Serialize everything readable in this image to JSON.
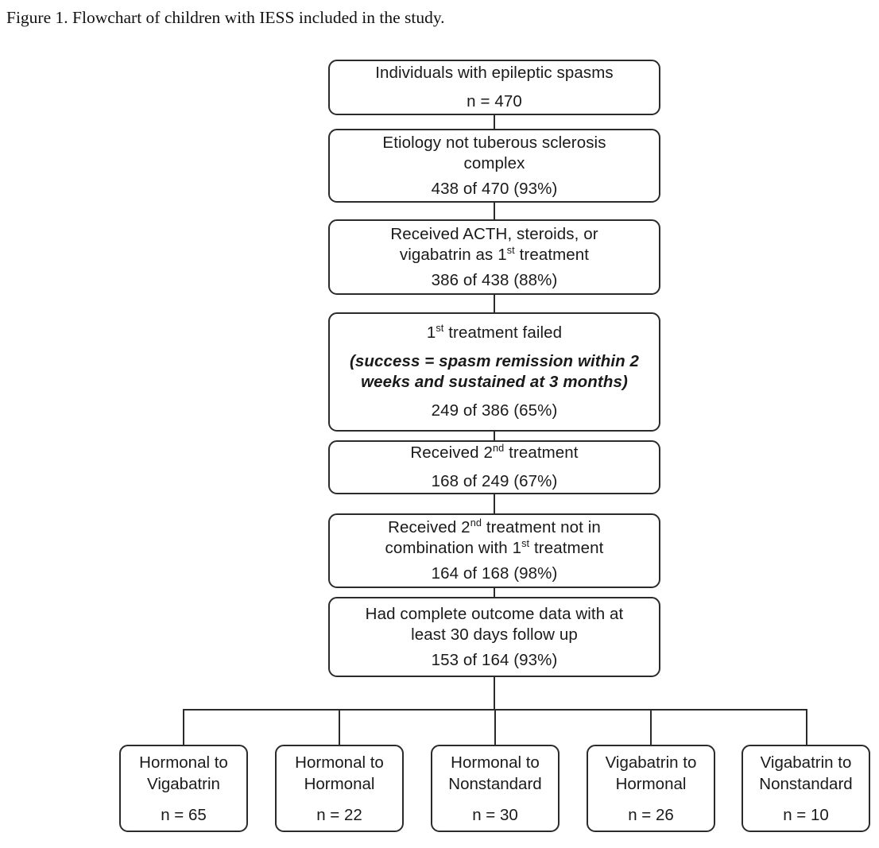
{
  "caption": "Figure 1. Flowchart of children with IESS included in the study.",
  "flow": {
    "boxes": [
      {
        "id": "epileptic-spasms",
        "label": "Individuals with epileptic spasms",
        "count": "n = 470"
      },
      {
        "id": "etiology-not-tsc",
        "label_line1": "Etiology not tuberous  sclerosis",
        "label_line2": "complex",
        "count": "438 of 470 (93%)"
      },
      {
        "id": "received-first-treatment",
        "label_line1": "Received ACTH, steroids, or",
        "label_line2_pre": "vigabatrin as 1",
        "label_line2_ord": "st",
        "label_line2_post": " treatment",
        "count": "386 of 438 (88%)"
      },
      {
        "id": "first-treatment-failed",
        "label_pre": "1",
        "label_ord": "st",
        "label_post": " treatment failed",
        "note_line1": "(success = spasm remission within  2",
        "note_line2": "weeks and sustained at 3 months)",
        "count": "249 of 386 (65%)"
      },
      {
        "id": "received-second-treatment",
        "label_pre": "Received 2",
        "label_ord": "nd",
        "label_post": " treatment",
        "count": "168 of 249 (67%)"
      },
      {
        "id": "second-treatment-not-combined",
        "label_line1_pre": "Received 2",
        "label_line1_ord": "nd",
        "label_line1_post": " treatment not in",
        "label_line2_pre": "combination with 1",
        "label_line2_ord": "st",
        "label_line2_post": " treatment",
        "count": "164 of 168 (98%)"
      },
      {
        "id": "complete-outcome-data",
        "label_line1": "Had complete outcome  data with  at",
        "label_line2": "least 30 days follow up",
        "count": "153 of 164 (93%)"
      }
    ],
    "terminals": [
      {
        "id": "hormonal-to-vigabatrin",
        "line1": "Hormonal  to",
        "line2": "Vigabatrin",
        "n": "n = 65"
      },
      {
        "id": "hormonal-to-hormonal",
        "line1": "Hormonal  to",
        "line2": "Hormonal",
        "n": "n = 22"
      },
      {
        "id": "hormonal-to-nonstandard",
        "line1": "Hormonal  to",
        "line2": "Nonstandard",
        "n": "n = 30"
      },
      {
        "id": "vigabatrin-to-hormonal",
        "line1": "Vigabatrin to",
        "line2": "Hormonal",
        "n": "n = 26"
      },
      {
        "id": "vigabatrin-to-nonstandard",
        "line1": "Vigabatrin to",
        "line2": "Nonstandard",
        "n": "n = 10"
      }
    ]
  },
  "colors": {
    "stroke": "#2b2b2b",
    "text": "#1a1a1a",
    "background": "#ffffff"
  }
}
